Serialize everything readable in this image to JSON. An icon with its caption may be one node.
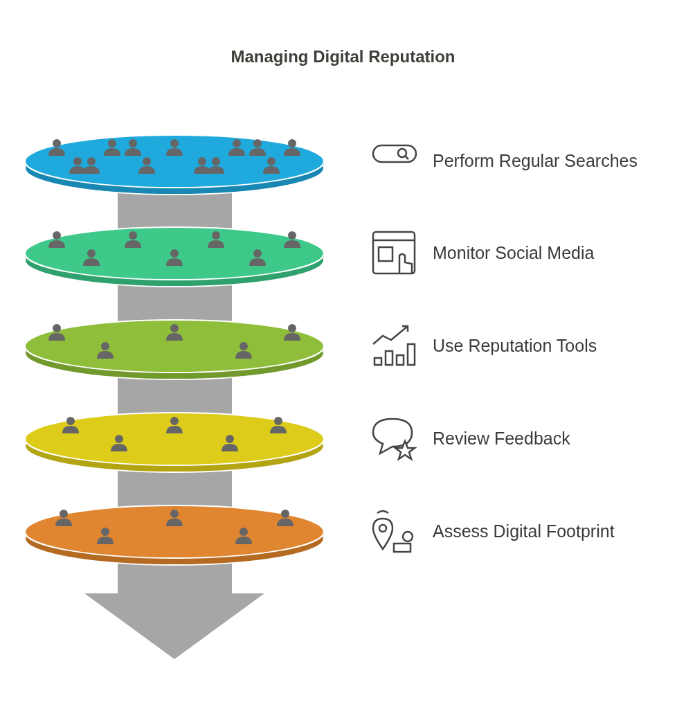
{
  "diagram": {
    "title": "Managing Digital Reputation",
    "nodes": [
      {
        "text": [],
        "shape": "disk"
      },
      {
        "text": [],
        "shape": "disk"
      },
      {
        "text": [],
        "shape": "disk"
      },
      {
        "text": [],
        "shape": "disk"
      },
      {
        "text": [],
        "shape": "disk"
      }
    ],
    "labels": [
      "Perform Regular Searches",
      "Monitor Social Media",
      "Use Reputation Tools",
      "Review Feedback",
      "Assess Digital Footprint"
    ]
  }
}
